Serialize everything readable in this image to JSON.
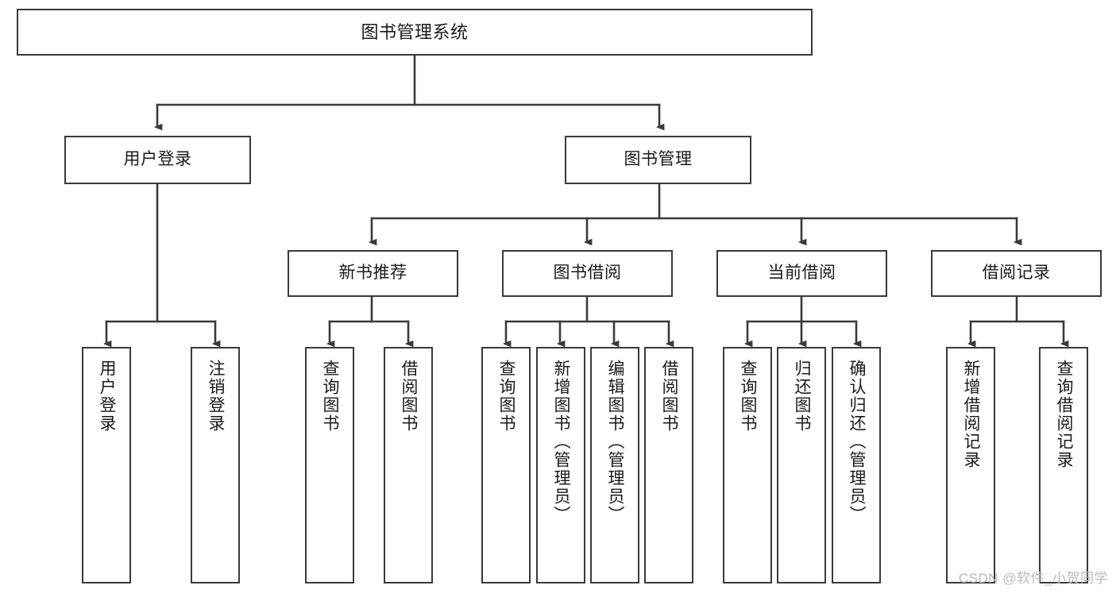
{
  "diagram": {
    "title": "图书管理系统",
    "type": "tree-hierarchy-chart",
    "colors": {
      "box_border": "#3a3a3a",
      "box_fill": "#ffffff",
      "edge": "#3a3a3a",
      "text": "#1a1a1a",
      "watermark": "#b9b9b9",
      "background": "#ffffff"
    },
    "root": {
      "label": "图书管理系统"
    },
    "level1": [
      {
        "label": "用户登录"
      },
      {
        "label": "图书管理"
      }
    ],
    "level2": [
      {
        "label": "新书推荐"
      },
      {
        "label": "图书借阅"
      },
      {
        "label": "当前借阅"
      },
      {
        "label": "借阅记录"
      }
    ],
    "leaves": {
      "user_login": [
        {
          "label": "用户登录"
        },
        {
          "label": "注销登录"
        }
      ],
      "new_book_recommend": [
        {
          "label": "查询图书"
        },
        {
          "label": "借阅图书"
        }
      ],
      "book_borrow": [
        {
          "label": "查询图书"
        },
        {
          "label": "新增图书（管理员）"
        },
        {
          "label": "编辑图书（管理员）"
        },
        {
          "label": "借阅图书"
        }
      ],
      "current_borrow": [
        {
          "label": "查询图书"
        },
        {
          "label": "归还图书"
        },
        {
          "label": "确认归还（管理员）"
        }
      ],
      "borrow_record": [
        {
          "label": "新增借阅记录"
        },
        {
          "label": "查询借阅记录"
        }
      ]
    }
  },
  "watermark": {
    "text": "CSDN @软件_小贺同学"
  }
}
